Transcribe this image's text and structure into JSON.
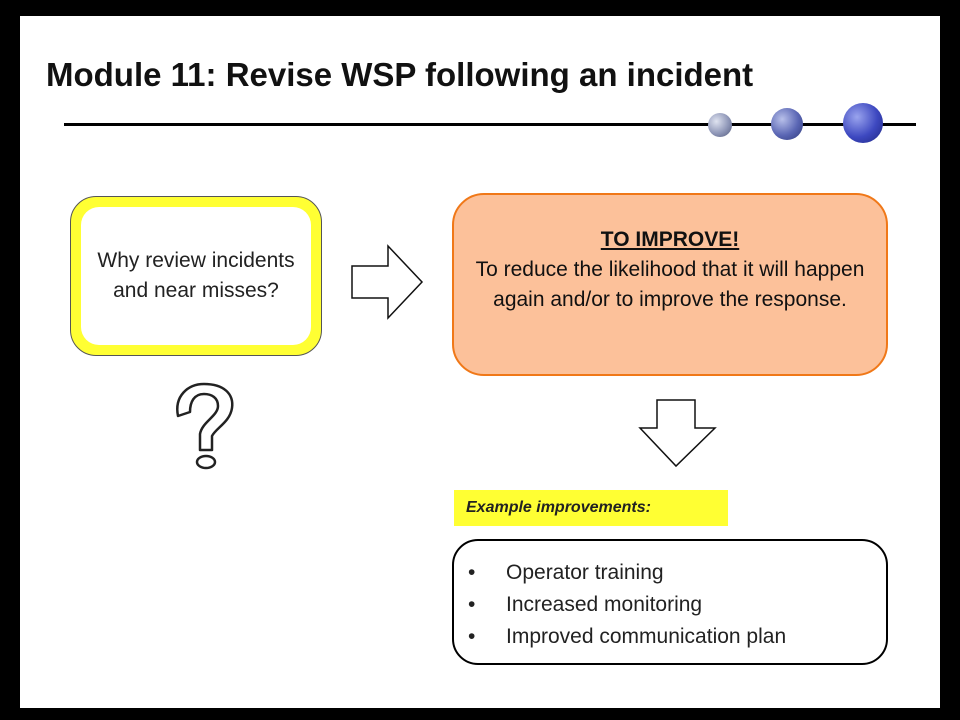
{
  "slide": {
    "title": "Module 11: Revise WSP following an incident"
  },
  "question_box": {
    "text": "Why review incidents and near misses?"
  },
  "answer_box": {
    "heading": "TO IMPROVE!",
    "text": "To reduce the likelihood that it will happen again and/or to improve the response."
  },
  "examples": {
    "label": "Example improvements:",
    "items": [
      "Operator training",
      "Increased monitoring",
      "Improved communication plan"
    ]
  },
  "icons": {
    "arrow_right": "right-arrow-icon",
    "arrow_down": "down-arrow-icon",
    "question": "question-mark-icon"
  },
  "colors": {
    "question_border": "#ffff33",
    "answer_fill": "#fcc19a",
    "answer_border": "#f07818",
    "label_fill": "#ffff33"
  }
}
